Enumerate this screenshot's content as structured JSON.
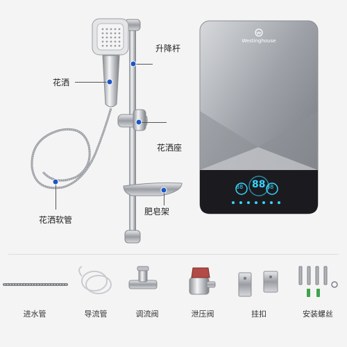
{
  "brand": "Westinghouse",
  "display": {
    "left_temp": "88",
    "main_temp": "88",
    "right_temp": "88"
  },
  "callouts": {
    "lift_rod": "升降杆",
    "shower_head": "花洒",
    "shower_holder": "花洒座",
    "shower_hose": "花洒软管",
    "soap_dish": "肥皂架"
  },
  "accessories": [
    {
      "label": "进水管",
      "icon": "inlet-pipe-icon"
    },
    {
      "label": "导流管",
      "icon": "drain-tube-icon"
    },
    {
      "label": "调流阀",
      "icon": "flow-valve-icon"
    },
    {
      "label": "泄压阀",
      "icon": "pressure-relief-valve-icon"
    },
    {
      "label": "挂扣",
      "icon": "wall-bracket-icon"
    },
    {
      "label": "安装螺丝",
      "icon": "install-screws-icon"
    }
  ],
  "colors": {
    "accent_dot": "#1a56c8",
    "display_glow": "#37d6ff",
    "panel_black": "#1b1b1f",
    "body_silver": "#a9acb2"
  }
}
